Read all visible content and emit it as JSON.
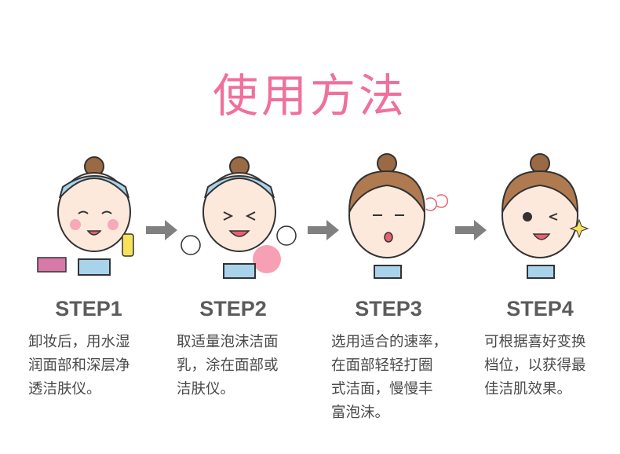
{
  "title": "使用方法",
  "colors": {
    "title": "#f0709c",
    "step_label": "#5b5b5b",
    "text": "#4a4a4a",
    "arrow": "#808080",
    "headband": "#a9d3ea",
    "hair": "#9a6a45",
    "skin": "#fde9dc"
  },
  "steps": [
    {
      "label": "STEP1",
      "lines": [
        "卸妆后，用水湿",
        "润面部和深层净",
        "透洁肤仪。"
      ],
      "icon": "woman-with-headband-lotion-illustration"
    },
    {
      "label": "STEP2",
      "lines": [
        "取适量泡沫洁面",
        "乳，涂在面部或",
        "洁肤仪。"
      ],
      "icon": "woman-applying-foam-illustration"
    },
    {
      "label": "STEP3",
      "lines": [
        "选用适合的速率，",
        "在面部轻轻打圈",
        "式洁面，慢慢丰",
        "富泡沫。"
      ],
      "icon": "woman-massaging-face-illustration"
    },
    {
      "label": "STEP4",
      "lines": [
        "可根据喜好变换",
        "档位，以获得最",
        "佳洁肌效果。"
      ],
      "icon": "woman-winking-sparkle-illustration"
    }
  ]
}
